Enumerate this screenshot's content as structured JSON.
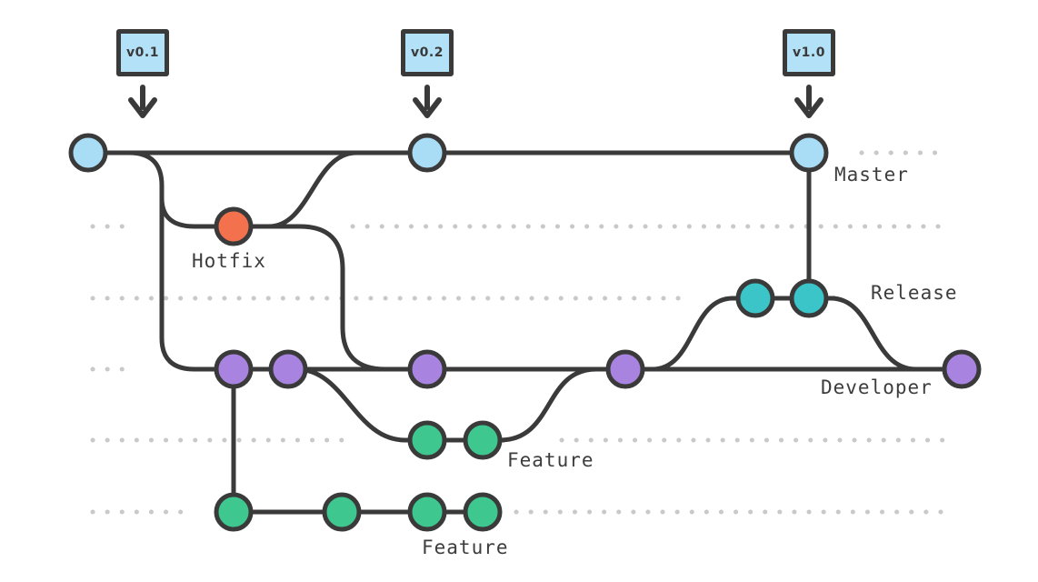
{
  "diagram_type": "git-branching-flow",
  "colors": {
    "line": "#3a3a3a",
    "dotted_lane": "#c9c9c9",
    "text": "#3d3d3d",
    "tag_fill": "#b3e1f8",
    "master_node": "#a9ddf6",
    "hotfix_node": "#f3714d",
    "release_node": "#3cc5c9",
    "developer_node": "#a884e0",
    "feature_node": "#3ec78f"
  },
  "tags": [
    {
      "label": "v0.1"
    },
    {
      "label": "v0.2"
    },
    {
      "label": "v1.0"
    }
  ],
  "labels": {
    "master": "Master",
    "hotfix": "Hotfix",
    "release": "Release",
    "developer": "Developer",
    "feature_mid": "Feature",
    "feature_bottom": "Feature"
  },
  "branches": [
    {
      "name": "Master",
      "color": "#a9ddf6",
      "commit_count": 3,
      "tags_pointing": [
        "v0.1",
        "v0.2",
        "v1.0"
      ]
    },
    {
      "name": "Hotfix",
      "color": "#f3714d",
      "commit_count": 1,
      "merges_into": [
        "Master",
        "Developer"
      ]
    },
    {
      "name": "Release",
      "color": "#3cc5c9",
      "commit_count": 2,
      "branched_from": "Developer",
      "merges_into": [
        "Developer"
      ],
      "linked_to": "Master v1.0 commit"
    },
    {
      "name": "Developer",
      "color": "#a884e0",
      "commit_count": 5,
      "branched_from": "Master"
    },
    {
      "name": "Feature",
      "color": "#3ec78f",
      "commit_count": 2,
      "branched_from": "Developer",
      "merges_into": [
        "Developer"
      ]
    },
    {
      "name": "Feature",
      "color": "#3ec78f",
      "commit_count": 4,
      "branched_from": "Developer"
    }
  ]
}
